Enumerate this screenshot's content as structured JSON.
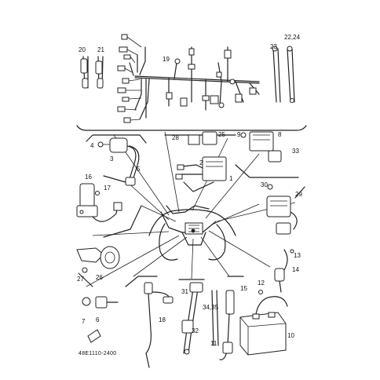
{
  "diagram": {
    "catalog_code": "48E1110-2400",
    "callouts": [
      {
        "id": "c1",
        "label": "1"
      },
      {
        "id": "c2",
        "label": "2"
      },
      {
        "id": "c3",
        "label": "3"
      },
      {
        "id": "c4",
        "label": "4"
      },
      {
        "id": "c5",
        "label": "5"
      },
      {
        "id": "c6",
        "label": "6"
      },
      {
        "id": "c7",
        "label": "7"
      },
      {
        "id": "c8",
        "label": "8"
      },
      {
        "id": "c9",
        "label": "9"
      },
      {
        "id": "c10",
        "label": "10"
      },
      {
        "id": "c11",
        "label": "11"
      },
      {
        "id": "c12",
        "label": "12"
      },
      {
        "id": "c13",
        "label": "13"
      },
      {
        "id": "c14",
        "label": "14"
      },
      {
        "id": "c15",
        "label": "15"
      },
      {
        "id": "c16",
        "label": "16"
      },
      {
        "id": "c17",
        "label": "17"
      },
      {
        "id": "c18",
        "label": "18"
      },
      {
        "id": "c19",
        "label": "19"
      },
      {
        "id": "c20",
        "label": "20"
      },
      {
        "id": "c21",
        "label": "21"
      },
      {
        "id": "c22",
        "label": "22,24"
      },
      {
        "id": "c23",
        "label": "23"
      },
      {
        "id": "c25",
        "label": "25"
      },
      {
        "id": "c26",
        "label": "26"
      },
      {
        "id": "c27",
        "label": "27"
      },
      {
        "id": "c28",
        "label": "28"
      },
      {
        "id": "c29",
        "label": "29"
      },
      {
        "id": "c30",
        "label": "30"
      },
      {
        "id": "c31",
        "label": "31"
      },
      {
        "id": "c32",
        "label": "32"
      },
      {
        "id": "c33",
        "label": "33"
      },
      {
        "id": "c34",
        "label": "34,35"
      }
    ]
  }
}
